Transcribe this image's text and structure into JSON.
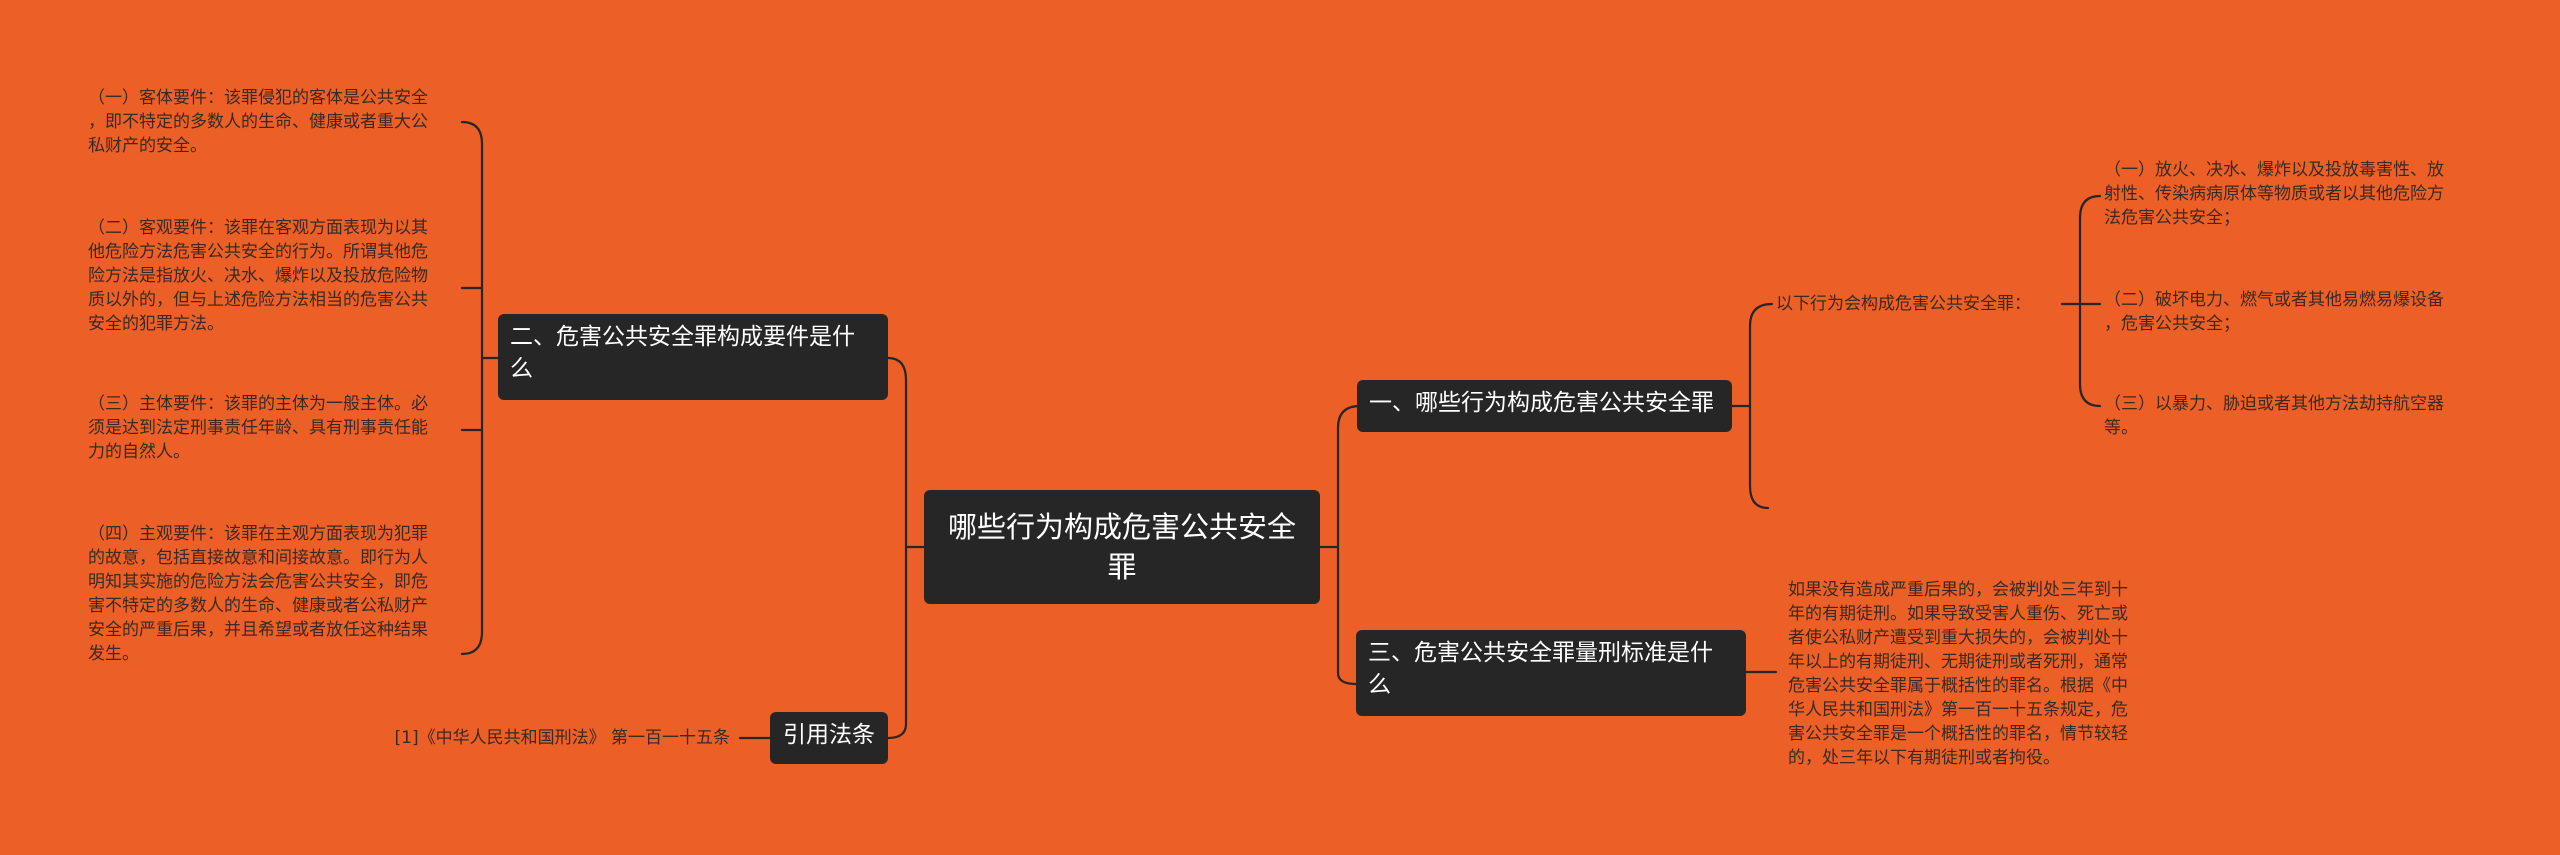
{
  "root": {
    "label": "哪些行为构成危害公共安全罪"
  },
  "branches": {
    "b1": {
      "label": "一、哪些行为构成危害公共安全罪",
      "intro": "以下行为会构成危害公共安全罪：",
      "items": [
        "（一）放火、决水、爆炸以及投放毒害性、放\n射性、传染病病原体等物质或者以其他危险方\n法危害公共安全；",
        "（二）破坏电力、燃气或者其他易燃易爆设备\n，危害公共安全；",
        "（三）以暴力、胁迫或者其他方法劫持航空器\n等。"
      ]
    },
    "b2": {
      "label": "二、危害公共安全罪构成要件是什么",
      "items": [
        "（一）客体要件：该罪侵犯的客体是公共安全\n，即不特定的多数人的生命、健康或者重大公\n私财产的安全。",
        "（二）客观要件：该罪在客观方面表现为以其\n他危险方法危害公共安全的行为。所谓其他危\n险方法是指放火、决水、爆炸以及投放危险物\n质以外的，但与上述危险方法相当的危害公共\n安全的犯罪方法。",
        "（三）主体要件：该罪的主体为一般主体。必\n须是达到法定刑事责任年龄、具有刑事责任能\n力的自然人。",
        "（四）主观要件：该罪在主观方面表现为犯罪\n的故意，包括直接故意和间接故意。即行为人\n明知其实施的危险方法会危害公共安全，即危\n害不特定的多数人的生命、健康或者公私财产\n安全的严重后果，并且希望或者放任这种结果\n发生。"
      ]
    },
    "b3": {
      "label": "三、危害公共安全罪量刑标准是什么",
      "text": "如果没有造成严重后果的，会被判处三年到十\n年的有期徒刑。如果导致受害人重伤、死亡或\n者使公私财产遭受到重大损失的，会被判处十\n年以上的有期徒刑、无期徒刑或者死刑，通常\n危害公共安全罪属于概括性的罪名。根据《中\n华人民共和国刑法》第一百一十五条规定，危\n害公共安全罪是一个概括性的罪名，情节较轻\n的，处三年以下有期徒刑或者拘役。"
    },
    "b4": {
      "label": "引用法条",
      "ref": "[1]《中华人民共和国刑法》 第一百一十五条"
    }
  },
  "colors": {
    "background": "#ec5f27",
    "node": "#262626",
    "line": "#262626",
    "leaf_text": "#3a2a22"
  }
}
